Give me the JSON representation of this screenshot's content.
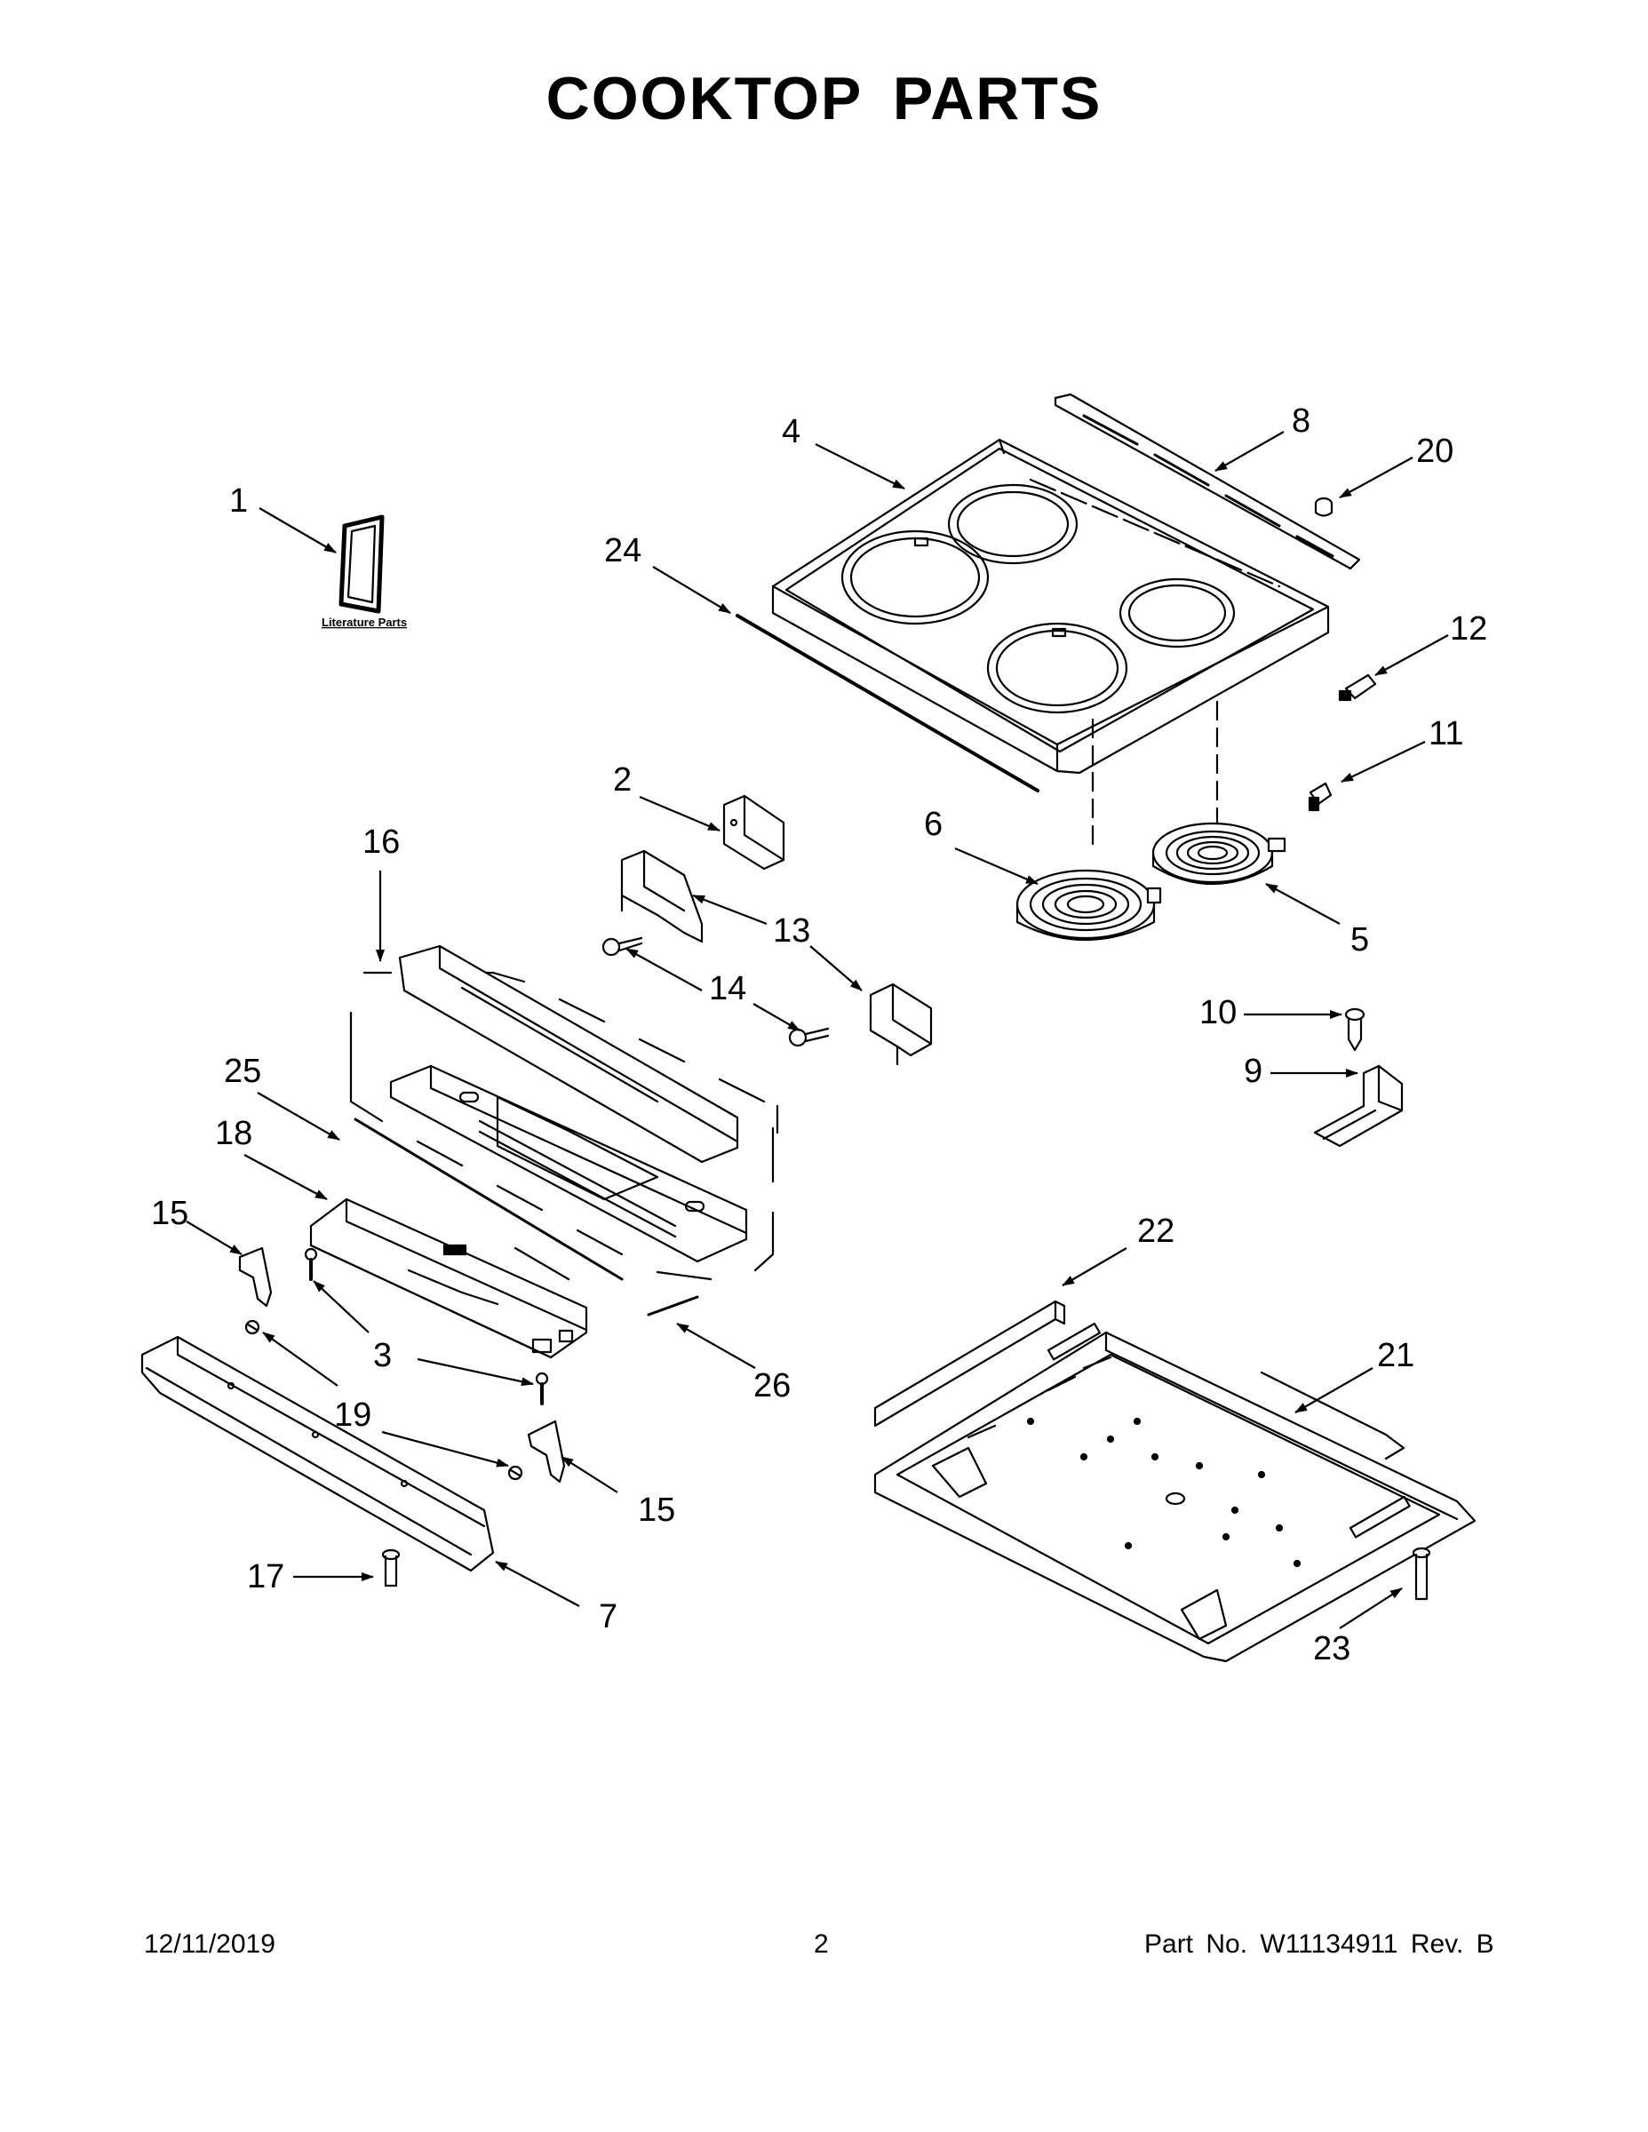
{
  "title": "COOKTOP PARTS",
  "literature_label": "Literature Parts",
  "callouts": {
    "c1": "1",
    "c2": "2",
    "c3": "3",
    "c4": "4",
    "c5": "5",
    "c6": "6",
    "c7": "7",
    "c8": "8",
    "c9": "9",
    "c10": "10",
    "c11": "11",
    "c12": "12",
    "c13": "13",
    "c14": "14",
    "c15a": "15",
    "c15b": "15",
    "c16": "16",
    "c17": "17",
    "c18": "18",
    "c19": "19",
    "c20": "20",
    "c21": "21",
    "c22": "22",
    "c23": "23",
    "c24": "24",
    "c25": "25",
    "c26": "26"
  },
  "footer": {
    "date": "12/11/2019",
    "page": "2",
    "part": "Part No.  W11134911  Rev.  B"
  }
}
